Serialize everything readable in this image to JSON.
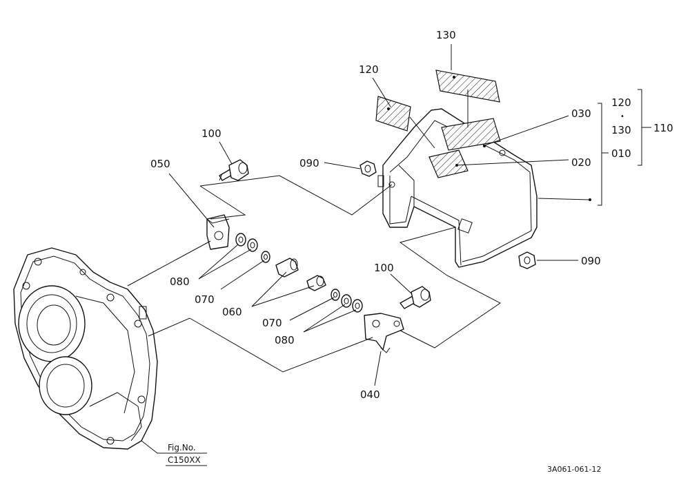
{
  "labels": {
    "p130_top": "130",
    "p120_top": "120",
    "p100_left": "100",
    "p050": "050",
    "p090_left": "090",
    "p030": "030",
    "p020": "020",
    "p010": "010",
    "p120_right": "120",
    "p_dot": "•",
    "p130_right": "130",
    "p110": "110",
    "p090_right": "090",
    "p080_left": "080",
    "p070_left": "070",
    "p060": "060",
    "p070_mid": "070",
    "p080_mid": "080",
    "p100_right": "100",
    "p040": "040"
  },
  "fig": {
    "line1": "Fig.No.",
    "line2": "C150XX"
  },
  "drawing_ref": "3A061-061-12"
}
